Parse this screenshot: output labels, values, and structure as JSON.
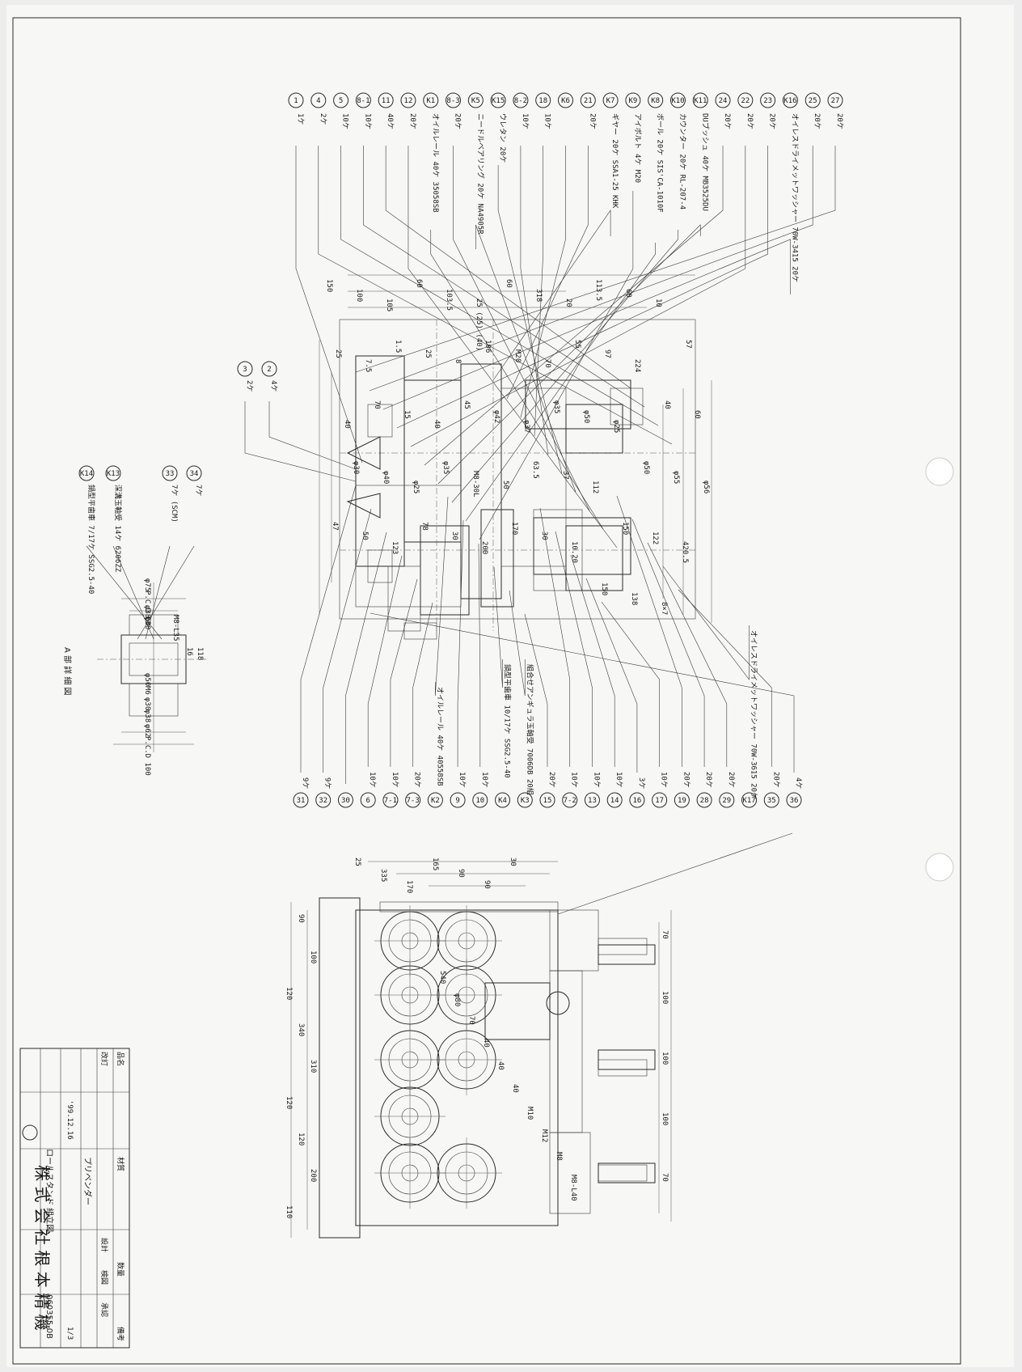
{
  "callouts": [
    {
      "id": "27",
      "text": "20ケ"
    },
    {
      "id": "25",
      "text": "20ケ"
    },
    {
      "id": "K16",
      "text": "オイレスドライメットワッシャー 70W-3415 20ケ"
    },
    {
      "id": "23",
      "text": "20ケ"
    },
    {
      "id": "22",
      "text": "20ケ"
    },
    {
      "id": "24",
      "text": "20ケ"
    },
    {
      "id": "K11",
      "text": "DUブッシュ 40ケ MB3525DU"
    },
    {
      "id": "K10",
      "text": "カウンター 20ケ RL-207-4"
    },
    {
      "id": "K8",
      "text": "ボール 20ケ SIS'CA-1010F"
    },
    {
      "id": "K9",
      "text": "アイボルト 4ケ M20"
    },
    {
      "id": "K7",
      "text": "ギヤー 20ケ SSA1-25 KHK"
    },
    {
      "id": "21",
      "text": "20ケ"
    },
    {
      "id": "K6",
      "text": ""
    },
    {
      "id": "18",
      "text": "10ケ"
    },
    {
      "id": "8-2",
      "text": "10ケ"
    },
    {
      "id": "K15",
      "text": "ウレタン 20ケ"
    },
    {
      "id": "K5",
      "text": "ニードルベアリング 20ケ NA4905R"
    },
    {
      "id": "8-3",
      "text": "20ケ"
    },
    {
      "id": "K1",
      "text": "オイルレール 40ケ 35058SB"
    },
    {
      "id": "12",
      "text": "20ケ"
    },
    {
      "id": "11",
      "text": "40ケ"
    },
    {
      "id": "8-1",
      "text": "10ケ"
    },
    {
      "id": "5",
      "text": "10ケ"
    },
    {
      "id": "4",
      "text": "2ケ"
    },
    {
      "id": "1",
      "text": "1ケ"
    }
  ],
  "callouts_left": [
    {
      "id": "2",
      "text": "4ケ"
    },
    {
      "id": "3",
      "text": "2ケ"
    }
  ],
  "callouts_bottom": [
    {
      "id": "31",
      "text": "9ケ"
    },
    {
      "id": "32",
      "text": "9ケ"
    },
    {
      "id": "30",
      "text": ""
    },
    {
      "id": "6",
      "text": "10ケ"
    },
    {
      "id": "7-1",
      "text": "10ケ"
    },
    {
      "id": "7-3",
      "text": "20ケ"
    },
    {
      "id": "K2",
      "text": "オイルレール 40ケ 40558SB"
    },
    {
      "id": "9",
      "text": "10ケ"
    },
    {
      "id": "10",
      "text": "10ケ"
    },
    {
      "id": "K4",
      "text": "鍋型平歯車 10/17ケ SSG2.5-40"
    },
    {
      "id": "K3",
      "text": "組合せアンギュラ玉軸受 7006DB 20組"
    },
    {
      "id": "15",
      "text": "20ケ"
    },
    {
      "id": "7-2",
      "text": "10ケ"
    },
    {
      "id": "13",
      "text": "10ケ"
    },
    {
      "id": "14",
      "text": "10ケ"
    },
    {
      "id": "16",
      "text": "3ケ"
    },
    {
      "id": "17",
      "text": "10ケ"
    },
    {
      "id": "19",
      "text": "20ケ"
    },
    {
      "id": "28",
      "text": "20ケ"
    },
    {
      "id": "29",
      "text": "20ケ"
    },
    {
      "id": "K17",
      "text": "オイレスドライメットワッシャー 70W-3615 20ケ"
    },
    {
      "id": "35",
      "text": "20ケ"
    },
    {
      "id": "36",
      "text": "4ケ"
    }
  ],
  "small_view": {
    "title": "A 部 詳 細 図",
    "callouts": [
      {
        "id": "34",
        "text": "7ケ"
      },
      {
        "id": "33",
        "text": "7ケ (SCM)"
      },
      {
        "id": "K13",
        "text": "深溝玉軸受 14ケ 6206ZZ"
      },
      {
        "id": "K14",
        "text": "鍋型平歯車 7/17ケ SSG2.5-40"
      }
    ],
    "dims": [
      "φ75",
      "P.C.D 60",
      "φ38",
      "φ30",
      "M8-L35",
      "φ50",
      "M6",
      "φ30",
      "φ38",
      "φ62",
      "P.C.D 100",
      "16",
      "118"
    ]
  },
  "top_dims": [
    "150",
    "100",
    "105",
    "60",
    "103.5",
    "25 (25) (40)",
    "60",
    "318",
    "20",
    "113.5",
    "60",
    "10",
    "57",
    "25",
    "7.5",
    "1.5",
    "25",
    "8",
    "106",
    "M20",
    "70",
    "55",
    "97",
    "224",
    "40",
    "60",
    "40",
    "70",
    "15",
    "40",
    "45",
    "φ42",
    "φ37",
    "φ35",
    "φ50",
    "φ25",
    "φ50",
    "φ55",
    "φ56",
    "φ30",
    "φ40",
    "φ25",
    "φ35",
    "M8-30L",
    "50",
    "63.5",
    "37",
    "112",
    "150",
    "122",
    "420.5",
    "47",
    "50",
    "123",
    "78",
    "30",
    "200",
    "170",
    "30",
    "10.20",
    "150",
    "138",
    "8×7"
  ],
  "bottom_dims": [
    "25",
    "335",
    "170",
    "165",
    "90",
    "90",
    "30",
    "90",
    "100",
    "120",
    "340",
    "310",
    "120",
    "120",
    "200",
    "110",
    "70",
    "100",
    "100",
    "100",
    "70",
    "540",
    "φ80",
    "70",
    "40",
    "40",
    "40",
    "M10",
    "M12",
    "M8",
    "M8-L40"
  ],
  "title_block": {
    "company": "株 式 会 社  根 本 精 機",
    "drawing_no": "060355-0B",
    "part_name": "プリベンダー",
    "drawing_title": "ロールスタンド 組立図",
    "date": "'99.12.16",
    "scale": "1/3",
    "item_label": "品名",
    "material_label": "材質",
    "qty_label": "数量",
    "note_label": "備考",
    "revision_label": "改訂",
    "designer_label": "設計",
    "checker_label": "検図",
    "approver_label": "承認"
  },
  "colors": {
    "paper": "#f7f7f5",
    "ink": "#2a2a2a"
  }
}
